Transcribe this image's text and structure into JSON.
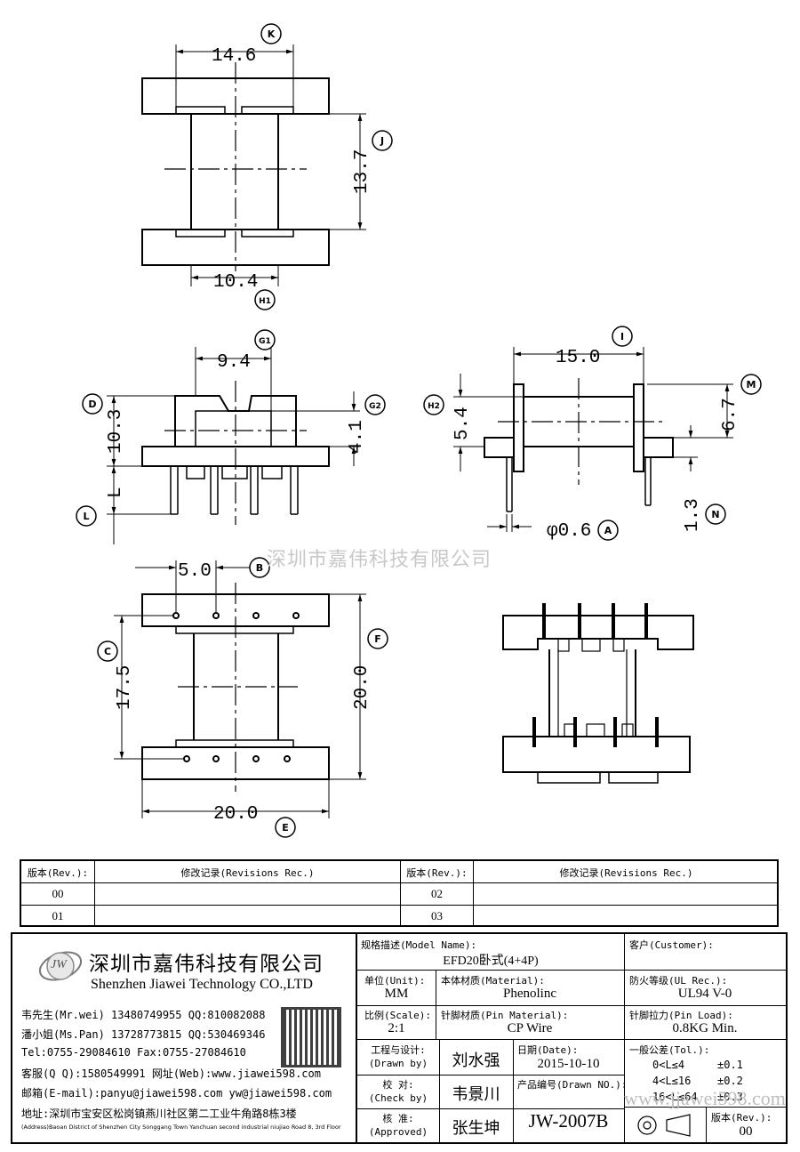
{
  "drawing": {
    "dims": {
      "d_14_6": "14.6",
      "d_13_7": "13.7",
      "d_10_4": "10.4",
      "d_9_4": "9.4",
      "d_10_3": "10.3",
      "d_4_1": "4.1",
      "d_L": "L",
      "d_15_0": "15.0",
      "d_5_4": "5.4",
      "d_6_7": "6.7",
      "d_1_3": "1.3",
      "d_phi_0_6": "φ0.6",
      "d_5_0": "5.0",
      "d_17_5": "17.5",
      "d_20_0_v": "20.0",
      "d_20_0_h": "20.0"
    },
    "markers": {
      "K": "K",
      "J": "J",
      "H1": "H1",
      "G1": "G1",
      "G2": "G2",
      "D": "D",
      "L": "L",
      "I": "I",
      "H2": "H2",
      "M": "M",
      "N": "N",
      "A": "A",
      "B": "B",
      "C": "C",
      "F": "F",
      "E": "E"
    },
    "watermark": "深圳市嘉伟科技有限公司"
  },
  "revisions": {
    "header_rev": "版本(Rev.):",
    "header_rec": "修改记录(Revisions Rec.)",
    "rows": [
      {
        "left_rev": "00",
        "right_rev": "02"
      },
      {
        "left_rev": "01",
        "right_rev": "03"
      }
    ]
  },
  "company": {
    "logo_text": "JW",
    "name_cn": "深圳市嘉伟科技有限公司",
    "name_en": "Shenzhen Jiawei Technology CO.,LTD",
    "contacts": [
      "韦先生(Mr.wei) 13480749955 QQ:810082088",
      "潘小姐(Ms.Pan) 13728773815 QQ:530469346",
      "Tel:0755-29084610      Fax:0755-27084610",
      "客服(Q Q):1580549991   网址(Web):www.jiawei598.com",
      "邮箱(E-mail):panyu@jiawei598.com   yw@jiawei598.com"
    ],
    "address_cn": "地址:深圳市宝安区松岗镇燕川社区第二工业牛角路8栋3楼",
    "address_en": "(Address)Baoan District of Shenzhen City Songgang Town Yanchuan  second industrial niujiao Road 8, 3rd Floor"
  },
  "title_block": {
    "model_label": "规格描述(Model Name):",
    "model_value": "EFD20卧式(4+4P)",
    "customer_label": "客户(Customer):",
    "customer_value": "",
    "unit_label": "单位(Unit):",
    "unit_value": "MM",
    "material_label": "本体材质(Material):",
    "material_value": "Phenolinc",
    "ul_label": "防火等级(UL Rec.):",
    "ul_value": "UL94 V-0",
    "scale_label": "比例(Scale):",
    "scale_value": "2:1",
    "pin_material_label": "针脚材质(Pin Material):",
    "pin_material_value": "CP Wire",
    "pin_load_label": "针脚拉力(Pin Load):",
    "pin_load_value": "0.8KG Min.",
    "drawn_label_cn": "工程与设计:",
    "drawn_label_en": "(Drawn by)",
    "drawn_value": "刘水强",
    "date_label": "日期(Date):",
    "date_value": "2015-10-10",
    "tol_label": "一般公差(Tol.):",
    "tol_rows": [
      {
        "range": "0<L≤4",
        "tol": "±0.1"
      },
      {
        "range": "4<L≤16",
        "tol": "±0.2"
      },
      {
        "range": "16<L≤64",
        "tol": "±0.3"
      }
    ],
    "check_label_cn": "校  对:",
    "check_label_en": "(Check by)",
    "check_value": "韦景川",
    "drawn_no_label": "产品编号(Drawn NO.):",
    "drawn_no_value": "JW-2007B",
    "approved_label_cn": "核  准:",
    "approved_label_en": "(Approved)",
    "approved_value": "张生坤",
    "rev_label": "版本(Rev.):",
    "rev_value": "00",
    "web_watermark": "www.jjawei598.com"
  }
}
